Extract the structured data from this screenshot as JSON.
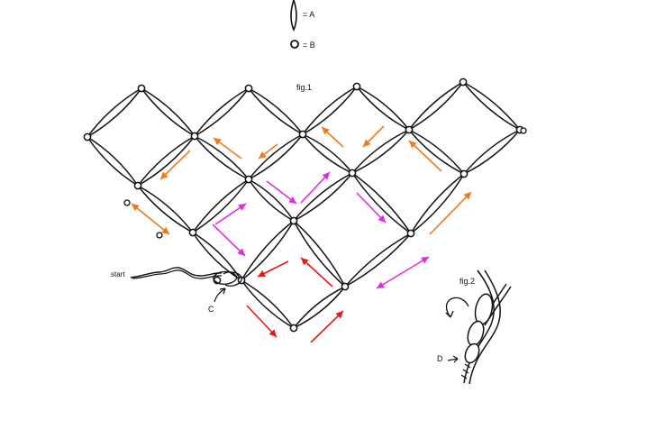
{
  "legend": {
    "a_label": "= A",
    "b_label": "= B"
  },
  "figures": {
    "fig1_label": "fig.1",
    "fig2_label": "fig.2"
  },
  "annotations": {
    "start_label": "start",
    "c_label": "C",
    "d_label": "D"
  },
  "colors": {
    "line": "#111111",
    "node_fill": "#ffffff",
    "arrow_orange": "#ee7a1e",
    "arrow_magenta": "#e32ae3",
    "arrow_red": "#e81818"
  },
  "icons": {
    "legend_a": "oval-stitch-icon",
    "legend_b": "ring-node-icon"
  }
}
